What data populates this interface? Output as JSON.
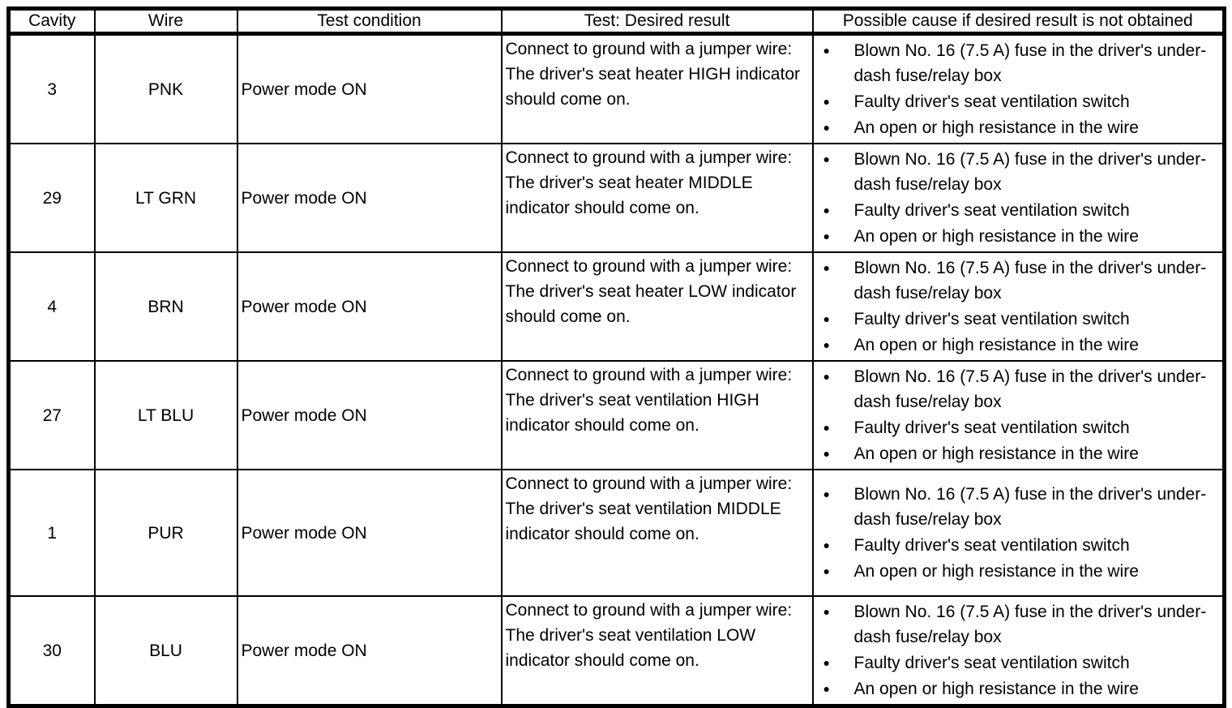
{
  "icons": {
    "bullet": "●"
  },
  "table": {
    "headers": {
      "cavity": "Cavity",
      "wire": "Wire",
      "condition": "Test condition",
      "result": "Test: Desired result",
      "cause": "Possible cause if desired result is not obtained"
    },
    "rows": [
      {
        "cavity": "3",
        "wire": "PNK",
        "condition": "Power mode ON",
        "test_intro": "Connect to ground with a jumper wire:",
        "test_result": "The driver's seat heater HIGH indicator should come on.",
        "causes": [
          "Blown No. 16 (7.5 A) fuse in the driver's under-dash fuse/relay box",
          "Faulty driver's seat ventilation switch",
          "An open or high resistance in the wire"
        ]
      },
      {
        "cavity": "29",
        "wire": "LT GRN",
        "condition": "Power mode ON",
        "test_intro": "Connect to ground with a jumper wire:",
        "test_result": "The driver's seat heater MIDDLE indicator should come on.",
        "causes": [
          "Blown No. 16 (7.5 A) fuse in the driver's under-dash fuse/relay box",
          "Faulty driver's seat ventilation switch",
          "An open or high resistance in the wire"
        ]
      },
      {
        "cavity": "4",
        "wire": "BRN",
        "condition": "Power mode ON",
        "test_intro": "Connect to ground with a jumper wire:",
        "test_result": "The driver's seat heater LOW indicator should come on.",
        "causes": [
          "Blown No. 16 (7.5 A) fuse in the driver's under-dash fuse/relay box",
          "Faulty driver's seat ventilation switch",
          "An open or high resistance in the wire"
        ]
      },
      {
        "cavity": "27",
        "wire": "LT BLU",
        "condition": "Power mode ON",
        "test_intro": "Connect to ground with a jumper wire:",
        "test_result": "The driver's seat ventilation HIGH indicator should come on.",
        "causes": [
          "Blown No. 16 (7.5 A) fuse in the driver's under-dash fuse/relay box",
          "Faulty driver's seat ventilation switch",
          "An open or high resistance in the wire"
        ]
      },
      {
        "cavity": "1",
        "wire": "PUR",
        "condition": "Power mode ON",
        "test_intro": "Connect to ground with a jumper wire:",
        "test_result": "The driver's seat ventilation MIDDLE indicator should come on.",
        "causes": [
          "Blown No. 16 (7.5 A) fuse in the driver's under-dash fuse/relay box",
          "Faulty driver's seat ventilation switch",
          "An open or high resistance in the wire"
        ]
      },
      {
        "cavity": "30",
        "wire": "BLU",
        "condition": "Power mode ON",
        "test_intro": "Connect to ground with a jumper wire:",
        "test_result": "The driver's seat ventilation LOW indicator should come on.",
        "causes": [
          "Blown No. 16 (7.5 A) fuse in the driver's under-dash fuse/relay box",
          "Faulty driver's seat ventilation switch",
          "An open or high resistance in the wire"
        ]
      }
    ]
  }
}
